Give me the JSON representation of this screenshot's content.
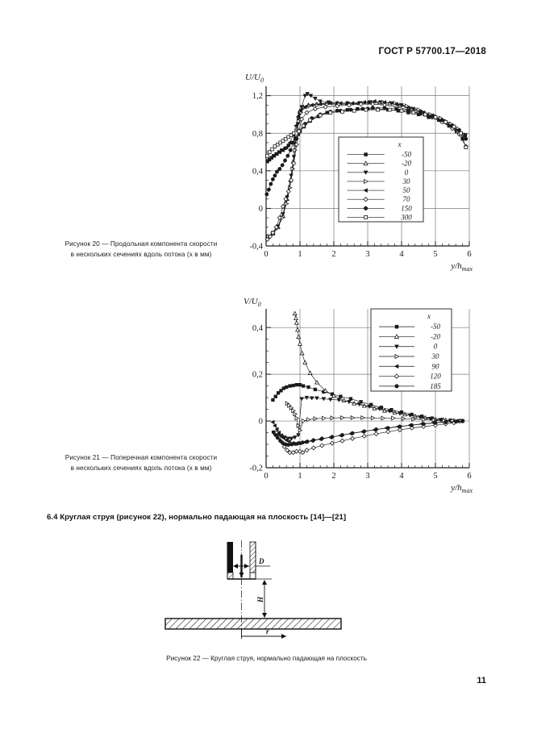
{
  "document": {
    "standard_header": "ГОСТ Р 57700.17—2018",
    "page_number": "11"
  },
  "section": {
    "heading": "6.4 Круглая струя (рисунок 22), нормально падающая на плоскость [14]—[21]"
  },
  "figure20": {
    "caption_line1": "Рисунок 20 — Продольная компонента скорости",
    "caption_line2": "в нескольких сечениях вдоль потока (x в мм)"
  },
  "figure21": {
    "caption_line1": "Рисунок 21 — Поперечная компонента скорости",
    "caption_line2": "в нескольких сечениях вдоль потока (x в мм)"
  },
  "figure22": {
    "caption": "Рисунок 22 — Круглая струя, нормально падающая на плоскость",
    "label_diameter": "D",
    "label_height": "H",
    "label_radius": "r"
  },
  "chart_data": [
    {
      "type": "line",
      "title": "",
      "ylabel": "U/U0",
      "ylabel_parts": {
        "main": "U/U",
        "sub": "0"
      },
      "xlabel": "y/hmax",
      "xlabel_parts": {
        "main": "y/h",
        "sub": "max"
      },
      "xlim": [
        0,
        6
      ],
      "ylim": [
        -0.4,
        1.3
      ],
      "xticks": [
        0,
        1,
        2,
        3,
        4,
        5,
        6
      ],
      "xticklabels": [
        "0",
        "1",
        "2",
        "3",
        "4",
        "5",
        "6"
      ],
      "yticks": [
        -0.4,
        0,
        0.4,
        0.8,
        1.2
      ],
      "yticklabels": [
        "-0,4",
        "0",
        "0,4",
        "0,8",
        "1,2"
      ],
      "grid": true,
      "legend_position": "inside-lower-center",
      "legend_title": "x",
      "series": [
        {
          "name": "-50",
          "marker": "filled-square",
          "x": [
            0.04,
            0.1,
            0.16,
            0.22,
            0.3,
            0.38,
            0.46,
            0.56,
            0.66,
            0.76,
            0.86,
            0.95,
            1.0,
            1.12,
            1.3,
            1.55,
            1.8,
            2.1,
            2.4,
            2.7,
            3.0,
            3.3,
            3.6,
            3.9,
            4.2,
            4.5,
            4.8,
            5.1,
            5.4,
            5.62,
            5.8
          ],
          "y": [
            0.5,
            0.52,
            0.54,
            0.56,
            0.58,
            0.6,
            0.62,
            0.64,
            0.67,
            0.7,
            0.74,
            0.79,
            0.82,
            0.87,
            0.93,
            0.98,
            1.02,
            1.04,
            1.05,
            1.06,
            1.06,
            1.06,
            1.05,
            1.04,
            1.02,
            1.0,
            0.97,
            0.94,
            0.88,
            0.82,
            0.74
          ]
        },
        {
          "name": "-20",
          "marker": "open-triangle-up",
          "x": [
            0.05,
            0.2,
            0.35,
            0.5,
            0.62,
            0.72,
            0.8,
            0.86,
            0.92,
            0.96,
            1.0,
            1.1,
            1.25,
            1.5,
            1.8,
            2.1,
            2.4,
            2.75,
            3.05,
            3.35,
            3.65,
            3.95,
            4.3,
            4.6,
            4.9,
            5.2,
            5.45,
            5.65,
            5.85
          ],
          "y": [
            -0.3,
            -0.27,
            -0.2,
            -0.08,
            0.1,
            0.3,
            0.5,
            0.68,
            0.85,
            0.98,
            1.04,
            1.08,
            1.1,
            1.11,
            1.12,
            1.12,
            1.12,
            1.12,
            1.13,
            1.13,
            1.12,
            1.1,
            1.06,
            1.02,
            0.98,
            0.93,
            0.88,
            0.82,
            0.78
          ]
        },
        {
          "name": "0",
          "marker": "filled-triangle-down",
          "x": [
            0.05,
            0.2,
            0.35,
            0.5,
            0.62,
            0.74,
            0.82,
            0.88,
            0.94,
            0.99,
            1.05,
            1.15,
            1.22,
            1.32,
            1.45,
            1.6,
            1.85,
            2.1,
            2.4,
            2.75,
            3.05,
            3.4,
            3.7,
            4.0,
            4.35,
            4.65,
            4.95,
            5.25,
            5.5,
            5.7,
            5.88
          ],
          "y": [
            -0.3,
            -0.26,
            -0.19,
            -0.06,
            0.12,
            0.35,
            0.55,
            0.74,
            0.9,
            1.0,
            1.08,
            1.2,
            1.22,
            1.2,
            1.17,
            1.14,
            1.13,
            1.12,
            1.12,
            1.12,
            1.13,
            1.13,
            1.12,
            1.1,
            1.06,
            1.02,
            0.98,
            0.93,
            0.88,
            0.83,
            0.78
          ]
        },
        {
          "name": "30",
          "marker": "open-triangle-right",
          "x": [
            0.06,
            0.2,
            0.34,
            0.48,
            0.6,
            0.7,
            0.78,
            0.85,
            0.9,
            0.96,
            1.02,
            1.12,
            1.28,
            1.5,
            1.8,
            2.15,
            2.5,
            2.85,
            3.15,
            3.45,
            3.8,
            4.15,
            4.5,
            4.85,
            5.15,
            5.45,
            5.65,
            5.85
          ],
          "y": [
            -0.3,
            -0.27,
            -0.21,
            -0.1,
            0.05,
            0.22,
            0.42,
            0.62,
            0.78,
            0.93,
            1.02,
            1.07,
            1.09,
            1.1,
            1.11,
            1.11,
            1.11,
            1.12,
            1.13,
            1.13,
            1.12,
            1.09,
            1.05,
            1.0,
            0.96,
            0.9,
            0.85,
            0.78
          ]
        },
        {
          "name": "50",
          "marker": "filled-triangle-left",
          "x": [
            0.08,
            0.16,
            0.24,
            0.32,
            0.4,
            0.5,
            0.6,
            0.7,
            0.8,
            0.88,
            0.95,
            1.02,
            1.15,
            1.35,
            1.6,
            1.9,
            2.2,
            2.55,
            2.9,
            3.2,
            3.5,
            3.85,
            4.2,
            4.55,
            4.9,
            5.2,
            5.45,
            5.7,
            5.88
          ],
          "y": [
            0.52,
            0.54,
            0.56,
            0.58,
            0.6,
            0.62,
            0.65,
            0.7,
            0.78,
            0.88,
            0.98,
            1.04,
            1.08,
            1.1,
            1.11,
            1.12,
            1.12,
            1.12,
            1.13,
            1.14,
            1.13,
            1.11,
            1.07,
            1.03,
            0.99,
            0.93,
            0.88,
            0.82,
            0.78
          ]
        },
        {
          "name": "70",
          "marker": "open-diamond",
          "x": [
            0.04,
            0.12,
            0.2,
            0.3,
            0.4,
            0.5,
            0.58,
            0.66,
            0.74,
            0.82,
            0.9,
            0.97,
            1.05,
            1.2,
            1.45,
            1.75,
            2.1,
            2.45,
            2.8,
            3.15,
            3.5,
            3.85,
            4.2,
            4.55,
            4.9,
            5.2,
            5.5,
            5.7,
            5.9
          ],
          "y": [
            -0.33,
            -0.3,
            -0.26,
            -0.2,
            -0.1,
            0.02,
            0.1,
            0.18,
            0.3,
            0.48,
            0.68,
            0.82,
            0.95,
            1.02,
            1.06,
            1.08,
            1.09,
            1.1,
            1.11,
            1.11,
            1.1,
            1.08,
            1.05,
            1.01,
            0.97,
            0.92,
            0.85,
            0.79,
            0.66
          ]
        },
        {
          "name": "150",
          "marker": "filled-circle",
          "x": [
            0.02,
            0.08,
            0.14,
            0.2,
            0.26,
            0.32,
            0.4,
            0.48,
            0.56,
            0.64,
            0.72,
            0.8,
            0.9,
            1.0,
            1.15,
            1.35,
            1.6,
            1.9,
            2.2,
            2.5,
            2.85,
            3.15,
            3.5,
            3.85,
            4.2,
            4.55,
            4.9,
            5.2,
            5.5,
            5.7,
            5.9
          ],
          "y": [
            0.15,
            0.2,
            0.26,
            0.31,
            0.35,
            0.39,
            0.42,
            0.46,
            0.51,
            0.56,
            0.62,
            0.7,
            0.74,
            0.82,
            0.9,
            0.96,
            1.0,
            1.03,
            1.04,
            1.05,
            1.06,
            1.07,
            1.07,
            1.06,
            1.04,
            1.01,
            0.98,
            0.94,
            0.88,
            0.83,
            0.74
          ]
        },
        {
          "name": "300",
          "marker": "open-square",
          "x": [
            0.03,
            0.1,
            0.18,
            0.26,
            0.34,
            0.42,
            0.5,
            0.58,
            0.66,
            0.74,
            0.82,
            0.9,
            0.97,
            1.1,
            1.3,
            1.6,
            1.9,
            2.25,
            2.6,
            2.95,
            3.3,
            3.65,
            4.0,
            4.35,
            4.7,
            5.0,
            5.3,
            5.55,
            5.75,
            5.9
          ],
          "y": [
            0.56,
            0.6,
            0.63,
            0.66,
            0.68,
            0.7,
            0.72,
            0.74,
            0.76,
            0.78,
            0.8,
            0.8,
            0.82,
            0.88,
            0.94,
            0.99,
            1.02,
            1.03,
            1.04,
            1.05,
            1.05,
            1.05,
            1.04,
            1.02,
            1.0,
            0.97,
            0.92,
            0.87,
            0.8,
            0.65
          ]
        }
      ]
    },
    {
      "type": "line",
      "title": "",
      "ylabel": "V/U0",
      "ylabel_parts": {
        "main": "V/U",
        "sub": "0"
      },
      "xlabel": "y/hmax",
      "xlabel_parts": {
        "main": "y/h",
        "sub": "max"
      },
      "xlim": [
        0,
        6
      ],
      "ylim": [
        -0.2,
        0.48
      ],
      "xticks": [
        0,
        1,
        2,
        3,
        4,
        5,
        6
      ],
      "xticklabels": [
        "0",
        "1",
        "2",
        "3",
        "4",
        "5",
        "6"
      ],
      "yticks": [
        -0.2,
        0,
        0.2,
        0.4
      ],
      "yticklabels": [
        "-0,2",
        "0",
        "0,2",
        "0,4"
      ],
      "grid": true,
      "legend_position": "inside-upper-right",
      "legend_title": "x",
      "series": [
        {
          "name": "-50",
          "marker": "filled-square",
          "x": [
            0.2,
            0.28,
            0.36,
            0.44,
            0.52,
            0.6,
            0.7,
            0.8,
            0.9,
            1.0,
            1.1,
            1.25,
            1.45,
            1.7,
            1.95,
            2.2,
            2.5,
            2.8,
            3.1,
            3.4,
            3.7,
            4.0,
            4.3,
            4.6,
            4.9,
            5.2,
            5.45,
            5.7
          ],
          "y": [
            0.09,
            0.105,
            0.12,
            0.13,
            0.14,
            0.145,
            0.15,
            0.152,
            0.155,
            0.155,
            0.15,
            0.145,
            0.135,
            0.125,
            0.115,
            0.105,
            0.095,
            0.082,
            0.07,
            0.058,
            0.048,
            0.038,
            0.028,
            0.02,
            0.012,
            0.006,
            0.003,
            0.0
          ]
        },
        {
          "name": "-20",
          "marker": "open-triangle-up",
          "x": [
            0.85,
            0.88,
            0.9,
            0.93,
            0.96,
            1.0,
            1.06,
            1.15,
            1.3,
            1.5,
            1.75,
            2.0,
            2.3,
            2.6,
            2.9,
            3.2,
            3.5,
            3.8,
            4.1,
            4.4,
            4.7,
            5.0,
            5.3,
            5.55,
            5.75
          ],
          "y": [
            0.46,
            0.44,
            0.42,
            0.39,
            0.36,
            0.33,
            0.29,
            0.25,
            0.205,
            0.165,
            0.13,
            0.108,
            0.088,
            0.075,
            0.065,
            0.054,
            0.044,
            0.036,
            0.028,
            0.02,
            0.014,
            0.008,
            0.004,
            0.002,
            0.0
          ]
        },
        {
          "name": "0",
          "marker": "filled-triangle-down",
          "x": [
            0.22,
            0.3,
            0.38,
            0.46,
            0.55,
            0.65,
            0.75,
            0.85,
            0.95,
            1.05,
            1.2,
            1.35,
            1.5,
            1.7,
            1.9,
            2.15,
            2.45,
            2.75,
            3.05,
            3.35,
            3.65,
            3.95,
            4.25,
            4.55,
            4.85,
            5.15,
            5.45,
            5.7
          ],
          "y": [
            -0.05,
            -0.055,
            -0.06,
            -0.065,
            -0.07,
            -0.075,
            -0.075,
            -0.07,
            -0.06,
            0.095,
            0.1,
            0.098,
            0.098,
            0.095,
            0.092,
            0.09,
            0.082,
            0.072,
            0.062,
            0.052,
            0.042,
            0.032,
            0.024,
            0.016,
            0.01,
            0.005,
            0.002,
            0.0
          ]
        },
        {
          "name": "30",
          "marker": "open-triangle-right",
          "x": [
            0.62,
            0.68,
            0.74,
            0.8,
            0.85,
            0.9,
            0.95,
            1.0,
            1.1,
            1.25,
            1.45,
            1.7,
            1.95,
            2.25,
            2.55,
            2.85,
            3.15,
            3.45,
            3.75,
            4.05,
            4.35,
            4.65,
            4.95,
            5.25,
            5.5,
            5.75
          ],
          "y": [
            0.075,
            0.066,
            0.056,
            0.044,
            0.03,
            0.012,
            -0.02,
            -0.04,
            0.0,
            0.006,
            0.01,
            0.012,
            0.013,
            0.014,
            0.014,
            0.014,
            0.013,
            0.012,
            0.012,
            0.01,
            0.008,
            0.006,
            0.004,
            0.002,
            0.001,
            0.0
          ]
        },
        {
          "name": "90",
          "marker": "filled-triangle-left",
          "x": [
            0.2,
            0.26,
            0.32,
            0.38,
            0.45,
            0.52,
            0.6,
            0.68,
            0.78,
            0.88,
            1.0,
            1.15,
            1.35,
            1.6,
            1.9,
            2.2,
            2.5,
            2.85,
            3.2,
            3.55,
            3.9,
            4.25,
            4.6,
            4.95,
            5.3,
            5.6,
            5.8
          ],
          "y": [
            -0.005,
            -0.02,
            -0.035,
            -0.05,
            -0.062,
            -0.073,
            -0.082,
            -0.088,
            -0.095,
            -0.098,
            -0.095,
            -0.09,
            -0.085,
            -0.078,
            -0.07,
            -0.062,
            -0.054,
            -0.046,
            -0.038,
            -0.03,
            -0.024,
            -0.018,
            -0.012,
            -0.008,
            -0.004,
            -0.002,
            0.0
          ]
        },
        {
          "name": "120",
          "marker": "open-diamond",
          "x": [
            0.3,
            0.38,
            0.46,
            0.54,
            0.62,
            0.7,
            0.8,
            0.9,
            1.0,
            1.08,
            1.2,
            1.4,
            1.65,
            1.95,
            2.25,
            2.55,
            2.9,
            3.25,
            3.6,
            3.95,
            4.3,
            4.65,
            5.0,
            5.3,
            5.55,
            5.8
          ],
          "y": [
            -0.05,
            -0.07,
            -0.09,
            -0.11,
            -0.125,
            -0.135,
            -0.135,
            -0.13,
            -0.13,
            -0.135,
            -0.125,
            -0.115,
            -0.105,
            -0.095,
            -0.085,
            -0.075,
            -0.065,
            -0.055,
            -0.046,
            -0.038,
            -0.03,
            -0.024,
            -0.018,
            -0.012,
            -0.008,
            0.0
          ]
        },
        {
          "name": "185",
          "marker": "filled-circle",
          "x": [
            0.22,
            0.28,
            0.34,
            0.42,
            0.5,
            0.58,
            0.66,
            0.76,
            0.86,
            0.96,
            1.08,
            1.22,
            1.4,
            1.65,
            1.95,
            2.25,
            2.55,
            2.9,
            3.25,
            3.6,
            3.95,
            4.3,
            4.65,
            5.0,
            5.3,
            5.6,
            5.8
          ],
          "y": [
            -0.048,
            -0.06,
            -0.072,
            -0.085,
            -0.095,
            -0.1,
            -0.102,
            -0.1,
            -0.098,
            -0.095,
            -0.092,
            -0.088,
            -0.082,
            -0.075,
            -0.068,
            -0.06,
            -0.052,
            -0.044,
            -0.036,
            -0.03,
            -0.024,
            -0.018,
            -0.013,
            -0.008,
            -0.005,
            -0.002,
            0.0
          ]
        }
      ]
    }
  ]
}
